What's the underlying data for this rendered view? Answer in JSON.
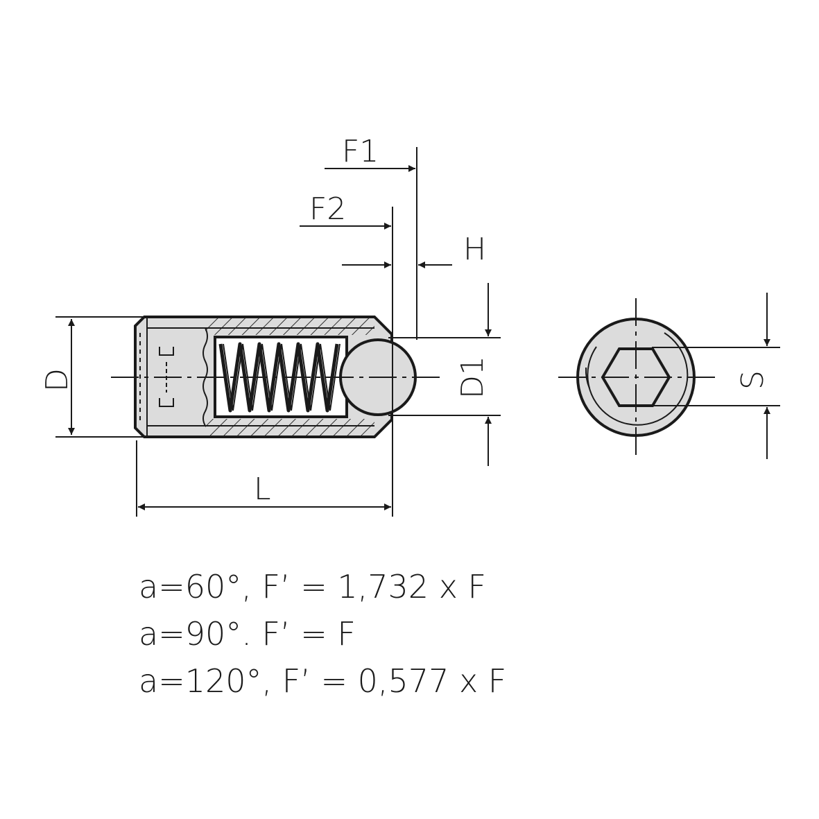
{
  "labels": {
    "f1": "F1",
    "f2": "F2",
    "h": "H",
    "d": "D",
    "d1": "D1",
    "l": "L",
    "s": "S"
  },
  "formulas": [
    "a=60°, F’ = 1,732 x F",
    "a=90°. F’ = F",
    "a=120°, F’ = 0,577 x F"
  ],
  "colors": {
    "ink": "#1a1a1a",
    "body_fill": "#dcdcdc"
  }
}
